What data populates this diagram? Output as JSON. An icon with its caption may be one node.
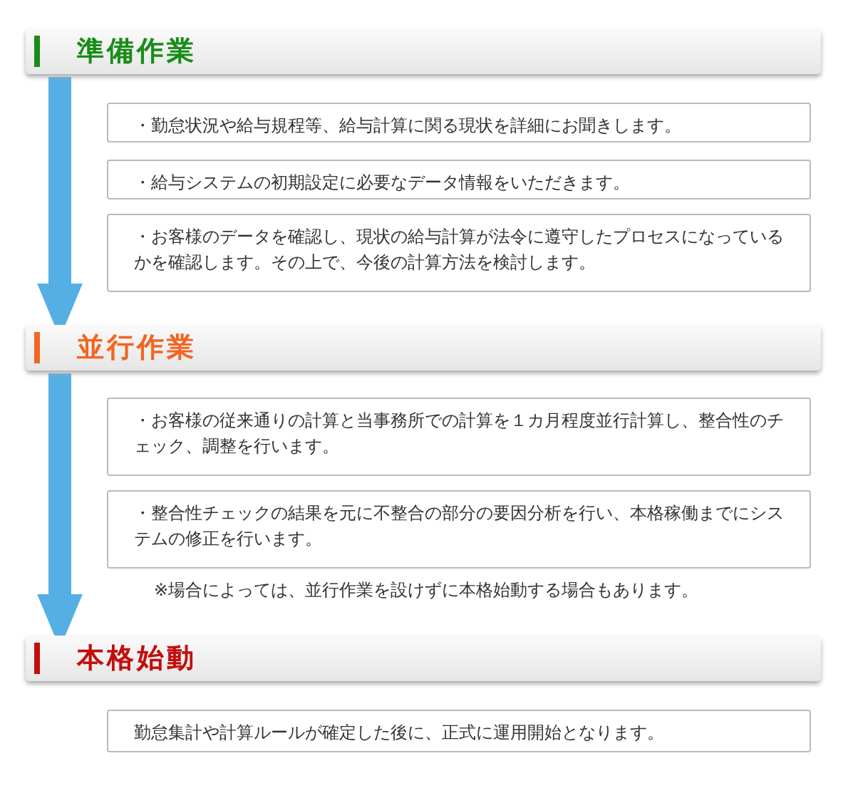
{
  "diagram": {
    "nodes": [
      {
        "text": [
          "準備作業"
        ]
      },
      {
        "text": [
          "・勤怠状況や給与規程等、給与計算に関る現状を詳細にお聞きします。"
        ]
      },
      {
        "text": [
          "・給与システムの初期設定に必要なデータ情報をいただきます。"
        ]
      },
      {
        "text": [
          "・お客様のデータを確認し、現状の給与計算が法令に遵守したプロセスになっているかを確認します。その上で、今後の計算方法を検討します。"
        ]
      },
      {
        "text": [
          "並行作業"
        ]
      },
      {
        "text": [
          "・お客様の従来通りの計算と当事務所での計算を１カ月程度並行計算し、整合性のチェック、調整を行います。"
        ]
      },
      {
        "text": [
          "・整合性チェックの結果を元に不整合の部分の要因分析を行い、本格稼働までにシステムの修正を行います。"
        ]
      },
      {
        "text": [
          "本格始動"
        ]
      },
      {
        "text": [
          "勤怠集計や計算ルールが確定した後に、正式に運用開始となります。"
        ]
      }
    ],
    "edges": [
      {
        "from": 0,
        "to": 4,
        "arrow": "to"
      },
      {
        "from": 4,
        "to": 7,
        "arrow": "to"
      }
    ],
    "labels": [
      "※場合によっては、並行作業を設けずに本格始動する場合もあります。"
    ]
  }
}
